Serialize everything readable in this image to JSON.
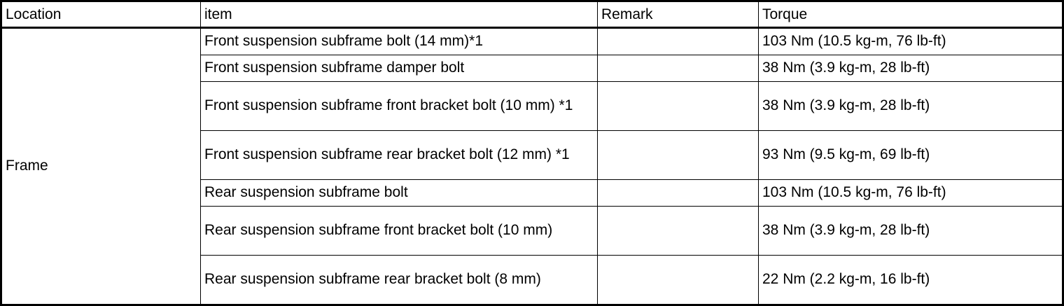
{
  "table": {
    "headers": {
      "location": "Location",
      "item": "item",
      "remark": "Remark",
      "torque": "Torque"
    },
    "location_group": "Frame",
    "rows": [
      {
        "item": "Front suspension subframe bolt (14 mm)*1",
        "remark": "",
        "torque": "103 Nm (10.5 kg-m, 76 lb-ft)",
        "height": "short"
      },
      {
        "item": "Front suspension subframe damper bolt",
        "remark": "",
        "torque": "38 Nm (3.9 kg-m, 28 lb-ft)",
        "height": "short"
      },
      {
        "item": "Front suspension subframe front bracket bolt (10 mm) *1",
        "remark": "",
        "torque": "38 Nm (3.9 kg-m, 28 lb-ft)",
        "height": "tall"
      },
      {
        "item": "Front suspension subframe rear bracket bolt (12 mm) *1",
        "remark": "",
        "torque": "93 Nm (9.5 kg-m, 69 lb-ft)",
        "height": "tall"
      },
      {
        "item": "Rear suspension subframe bolt",
        "remark": "",
        "torque": "103 Nm (10.5 kg-m, 76 lb-ft)",
        "height": "short"
      },
      {
        "item": "Rear suspension subframe front bracket bolt (10 mm)",
        "remark": "",
        "torque": "38 Nm (3.9 kg-m, 28 lb-ft)",
        "height": "tall"
      },
      {
        "item": "Rear suspension subframe rear bracket bolt (8 mm)",
        "remark": "",
        "torque": "22 Nm (2.2 kg-m, 16 lb-ft)",
        "height": "tall"
      }
    ]
  },
  "colors": {
    "border": "#000000",
    "text": "#000000",
    "background": "#ffffff"
  }
}
